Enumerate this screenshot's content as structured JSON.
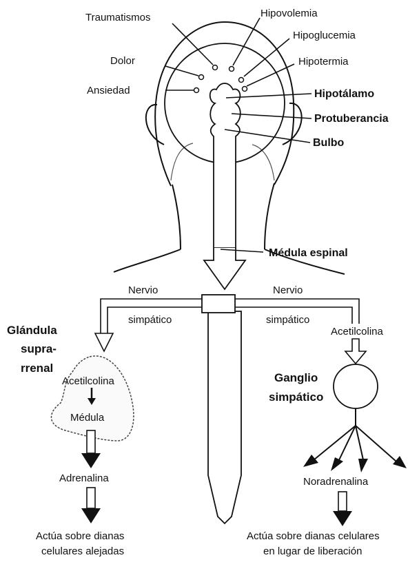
{
  "stimuli": {
    "traumatismos": "Traumatismos",
    "hipovolemia": "Hipovolemia",
    "hipoglucemia": "Hipoglucemia",
    "hipotermia": "Hipotermia",
    "dolor": "Dolor",
    "ansiedad": "Ansiedad"
  },
  "brain": {
    "hipotalamo": "Hipotálamo",
    "protuberancia": "Protuberancia",
    "bulbo": "Bulbo",
    "medula_espinal": "Médula espinal"
  },
  "left": {
    "nervio": "Nervio",
    "simpatico": "simpático",
    "gland_line1": "Glándula",
    "gland_line2": "supra-",
    "gland_line3": "rrenal",
    "acetilcolina": "Acetilcolina",
    "medula": "Médula",
    "hormone": "Adrenalina",
    "effect_line1": "Actúa sobre dianas",
    "effect_line2": "celulares alejadas"
  },
  "right": {
    "nervio": "Nervio",
    "simpatico": "simpático",
    "acetilcolina": "Acetilcolina",
    "ganglio_line1": "Ganglio",
    "ganglio_line2": "simpático",
    "hormone": "Noradrenalina",
    "effect_line1": "Actúa sobre dianas celulares",
    "effect_line2": "en lugar de liberación"
  }
}
